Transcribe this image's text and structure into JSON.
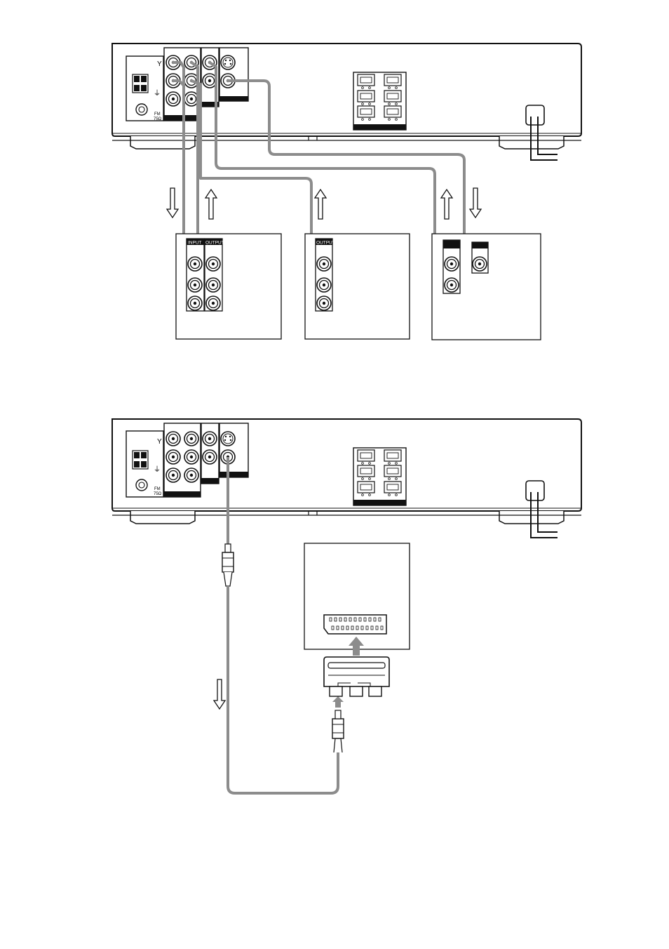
{
  "diagram": {
    "top_unit": {
      "fm_label": "FM",
      "fm_impedance": "75Ω"
    },
    "top_devices": {
      "device1": {
        "input_label": "INPUT",
        "output_label": "OUTPUT"
      },
      "device2": {
        "output_label": "OUTPUT"
      }
    },
    "bottom_unit": {
      "fm_label": "FM",
      "fm_impedance": "75Ω"
    }
  },
  "colors": {
    "cable": "#8c8c8c",
    "outline": "#1a1a1a",
    "background": "#ffffff"
  }
}
